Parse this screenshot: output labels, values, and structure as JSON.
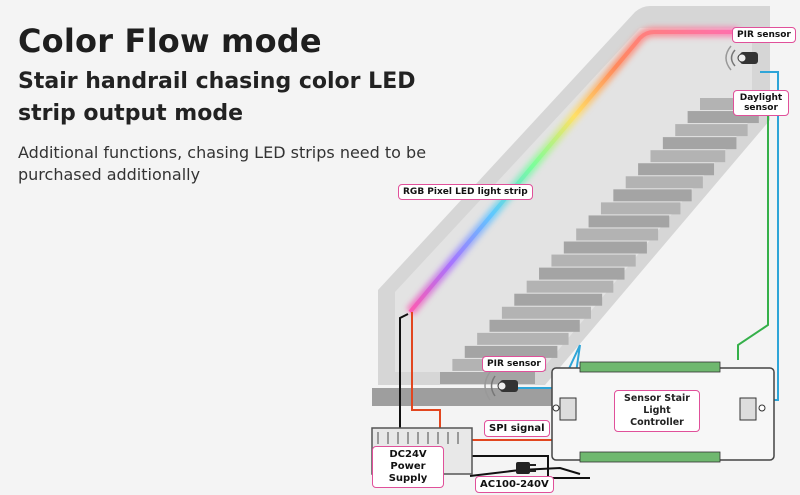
{
  "header": {
    "title": "Color Flow mode",
    "subtitle": "Stair handrail chasing color LED strip output mode",
    "description": "Additional functions, chasing LED strips need to be purchased additionally"
  },
  "callouts": {
    "pir_top": "PIR sensor",
    "daylight": "Daylight sensor",
    "rgb_strip": "RGB Pixel LED light strip",
    "pir_bottom": "PIR sensor",
    "spi": "SPI signal",
    "controller": "Sensor Stair Light Controller",
    "psu": "DC24V Power Supply",
    "ac": "AC100-240V"
  },
  "colors": {
    "callout_border": "#e0509a",
    "wire_red": "#e2461f",
    "wire_black": "#111111",
    "wire_blue": "#2fa5d8",
    "wire_green": "#35b04a",
    "wall": "#d9d9d9",
    "stairs": "#a9a9a9"
  }
}
